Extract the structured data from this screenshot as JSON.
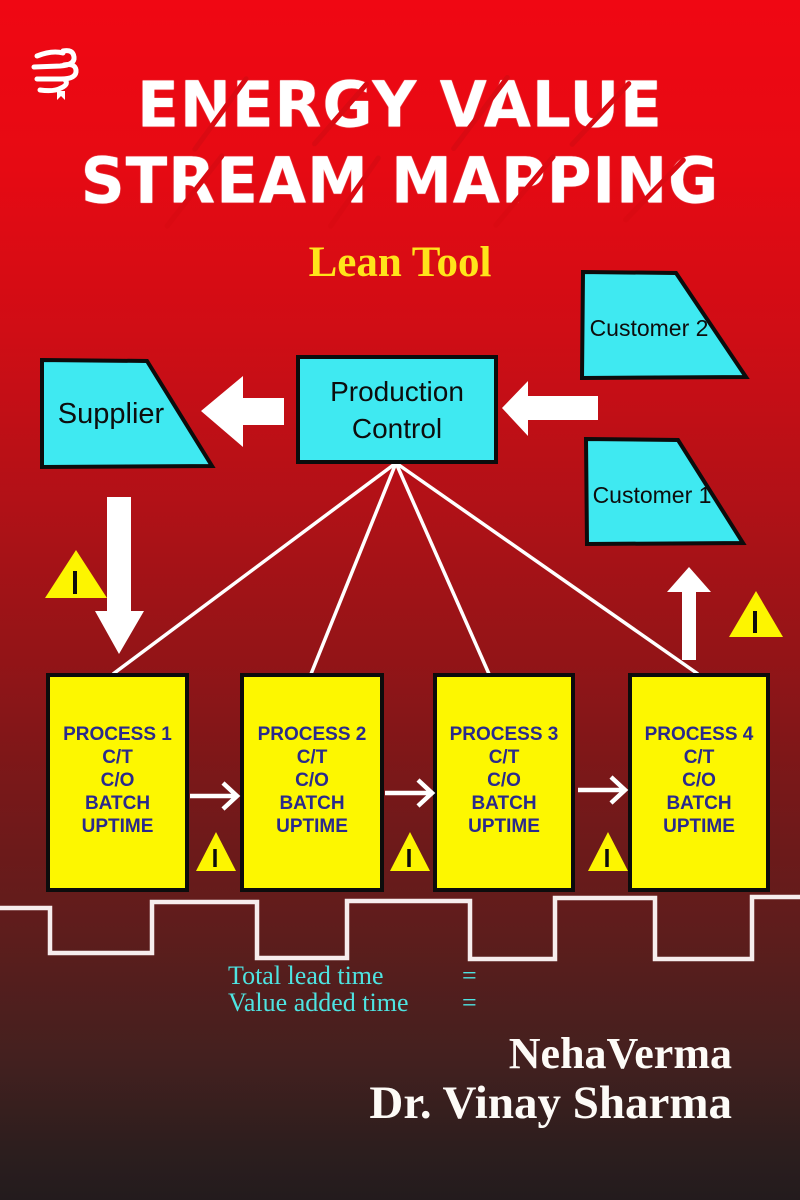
{
  "cover": {
    "title_line1": "ENERGY VALUE",
    "title_line2": "STREAM MAPPING",
    "subtitle": "Lean Tool",
    "author1": "NehaVerma",
    "author2": "Dr. Vinay Sharma"
  },
  "diagram": {
    "supplier": {
      "label": "Supplier"
    },
    "production_control": {
      "line1": "Production",
      "line2": "Control"
    },
    "customer2": {
      "label": "Customer 2"
    },
    "customer1": {
      "label": "Customer 1"
    },
    "processes": [
      {
        "name": "PROCESS 1",
        "fields": [
          "C/T",
          "C/O",
          "BATCH",
          "UPTIME"
        ]
      },
      {
        "name": "PROCESS 2",
        "fields": [
          "C/T",
          "C/O",
          "BATCH",
          "UPTIME"
        ]
      },
      {
        "name": "PROCESS 3",
        "fields": [
          "C/T",
          "C/O",
          "BATCH",
          "UPTIME"
        ]
      },
      {
        "name": "PROCESS 4",
        "fields": [
          "C/T",
          "C/O",
          "BATCH",
          "UPTIME"
        ]
      }
    ],
    "metrics": [
      {
        "label": "Total lead time",
        "value": "="
      },
      {
        "label": "Value added time",
        "value": "="
      }
    ]
  },
  "icons": {
    "publisher_logo": "publisher-logo-icon",
    "warning_triangle": "warning-triangle-icon",
    "block_arrow": "block-arrow-icon",
    "line_arrow": "line-arrow-icon"
  },
  "colors": {
    "bg_top_red": "#f00713",
    "bg_bottom_maroon": "#231b1d",
    "node_cyan": "#3fe9f1",
    "process_yellow": "#fdf700",
    "process_text_navy": "#2a2a8c",
    "subtitle_yellow": "#ffe41a",
    "metrics_cyan": "#4ee3e1",
    "arrow_white": "#ffffff",
    "outline_black": "#0c0c0c"
  }
}
